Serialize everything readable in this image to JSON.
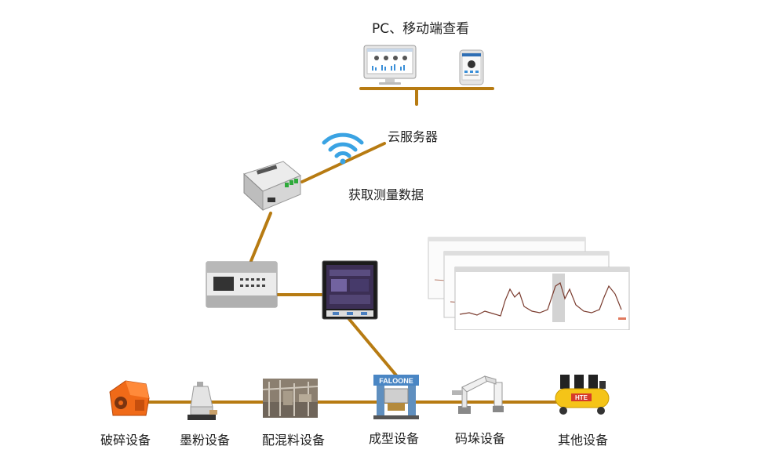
{
  "labels": {
    "pc_mobile": "PC、移动端查看",
    "cloud": "云服务器",
    "acquire": "获取测量数据"
  },
  "equipment": [
    {
      "label": "破碎设备"
    },
    {
      "label": "墨粉设备"
    },
    {
      "label": "配混料设备"
    },
    {
      "label": "成型设备"
    },
    {
      "label": "码垛设备"
    },
    {
      "label": "其他设备"
    }
  ],
  "press_brand": "FALOONE",
  "compressor_brand": "HTE",
  "colors": {
    "wire": "#b77b12",
    "wifi": "#3aa3e3",
    "crusher": "#f06a18",
    "compressor": "#f5c418"
  },
  "icons": [
    "monitor-icon",
    "tablet-icon",
    "wifi-icon",
    "gateway-icon",
    "plc-icon",
    "hmi-icon",
    "trend-chart-icon",
    "crusher-icon",
    "mill-icon",
    "mixing-plant-icon",
    "press-icon",
    "robot-arm-icon",
    "compressor-icon"
  ]
}
